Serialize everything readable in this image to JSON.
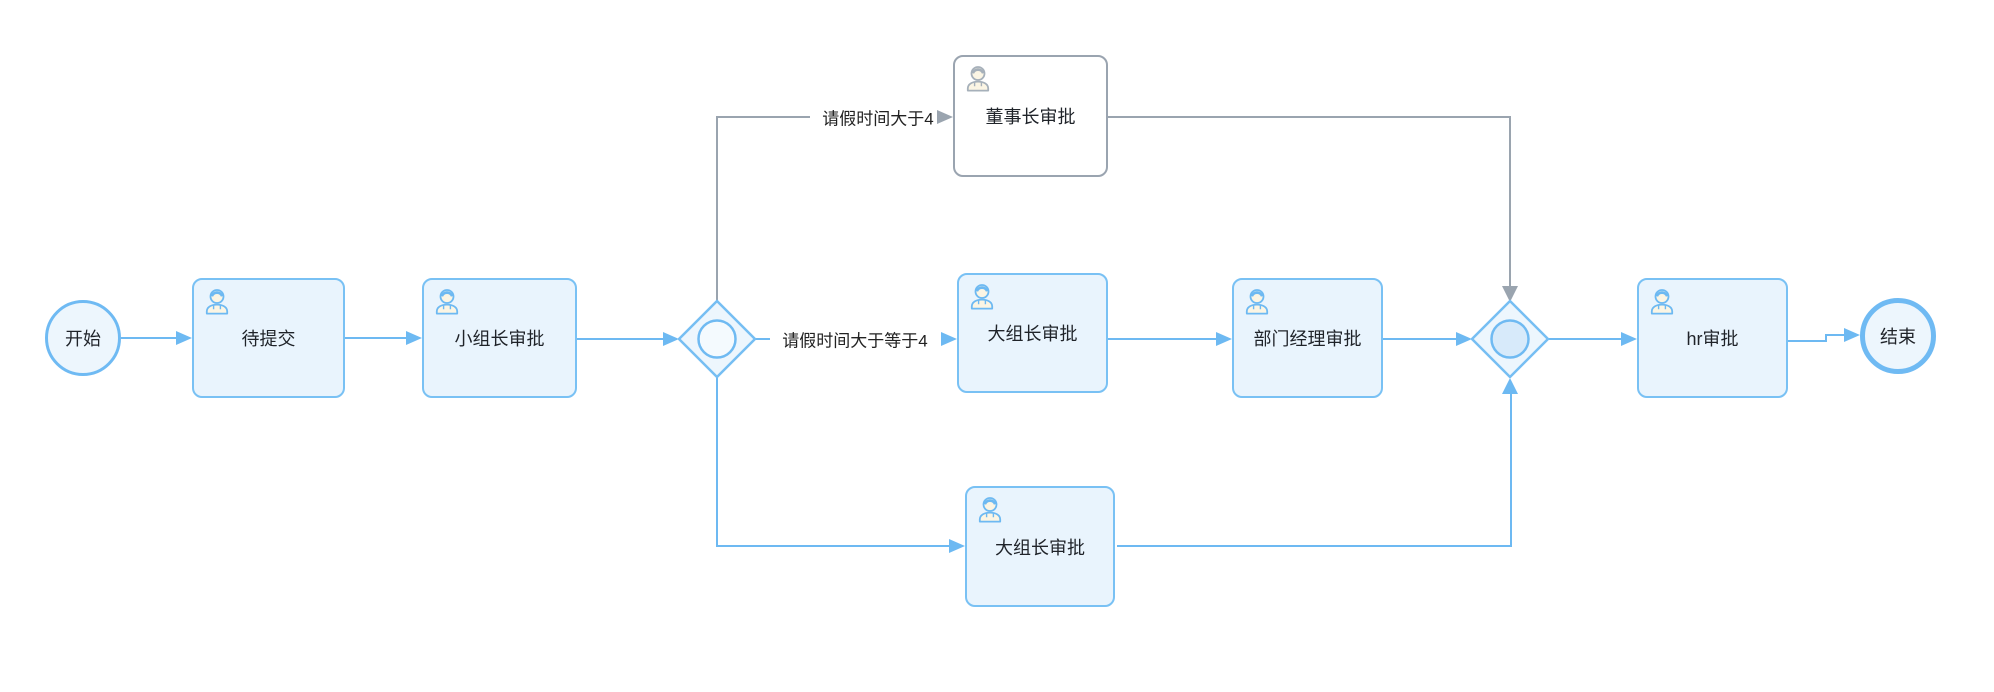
{
  "process": {
    "start": {
      "label": "开始"
    },
    "tasks": {
      "pending": {
        "label": "待提交"
      },
      "team_leader": {
        "label": "小组长审批"
      },
      "chairman": {
        "label": "董事长审批"
      },
      "big_leader_mid": {
        "label": "大组长审批"
      },
      "dept_manager": {
        "label": "部门经理审批"
      },
      "hr": {
        "label": "hr审批"
      },
      "big_leader_bottom": {
        "label": "大组长审批"
      }
    },
    "end": {
      "label": "结束"
    },
    "edge_labels": {
      "gt4": "请假时间大于4",
      "gte4": "请假时间大于等于4"
    },
    "colors": {
      "flow_blue": "#6db9f2",
      "node_border_blue": "#79c1f4",
      "node_fill_blue": "#e9f4fd",
      "flow_gray": "#9aa4af",
      "gray_node_border": "#9aa4b0",
      "gray_node_fill": "#ffffff",
      "gateway_fill": "#edf6fd",
      "gateway_join_circle_fill": "#d7eafa",
      "icon_body_fill": "#fbf5e4",
      "text": "#1f2329"
    }
  }
}
